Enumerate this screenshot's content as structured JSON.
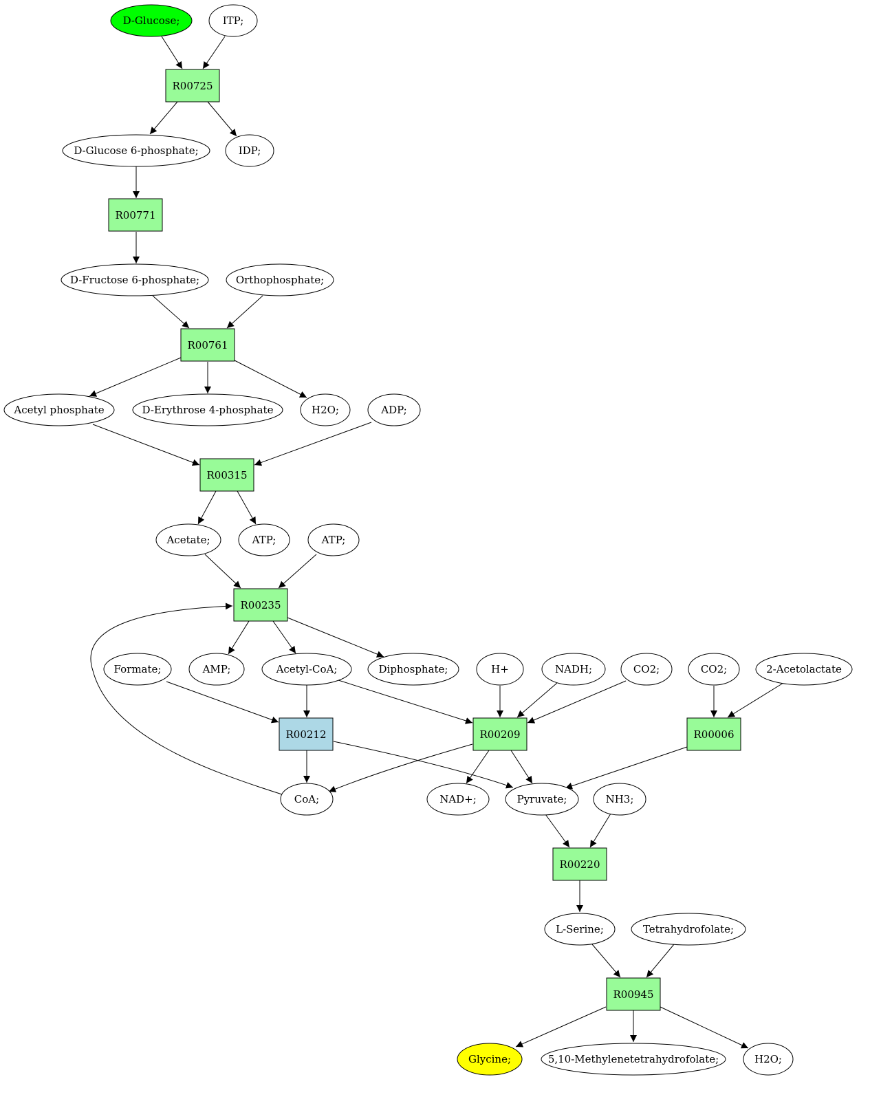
{
  "colors": {
    "reaction_fill": "#98fb98",
    "reaction_alt_fill": "#add8e6",
    "start_fill": "#00ff00",
    "end_fill": "#ffff00",
    "stroke": "#000000",
    "background": "#ffffff"
  },
  "nodes": {
    "d_glucose": "D-Glucose;",
    "itp": "ITP;",
    "r00725": "R00725",
    "d_glucose_6p": "D-Glucose 6-phosphate;",
    "idp": "IDP;",
    "r00771": "R00771",
    "d_fructose_6p": "D-Fructose 6-phosphate;",
    "orthophosphate": "Orthophosphate;",
    "r00761": "R00761",
    "acetyl_phosphate": "Acetyl phosphate",
    "d_erythrose_4p": "D-Erythrose 4-phosphate",
    "h2o_1": "H2O;",
    "adp": "ADP;",
    "r00315": "R00315",
    "acetate": "Acetate;",
    "atp_1": "ATP;",
    "atp_2": "ATP;",
    "r00235": "R00235",
    "formate": "Formate;",
    "amp": "AMP;",
    "acetyl_coa": "Acetyl-CoA;",
    "diphosphate": "Diphosphate;",
    "h_plus": "H+",
    "nadh": "NADH;",
    "co2_1": "CO2;",
    "co2_2": "CO2;",
    "acetolactate": "2-Acetolactate",
    "r00212": "R00212",
    "r00209": "R00209",
    "r00006": "R00006",
    "coa": "CoA;",
    "nad_plus": "NAD+;",
    "pyruvate": "Pyruvate;",
    "nh3": "NH3;",
    "r00220": "R00220",
    "l_serine": "L-Serine;",
    "tetrahydrofolate": "Tetrahydrofolate;",
    "r00945": "R00945",
    "glycine": "Glycine;",
    "methylene_thf": "5,10-Methylenetetrahydrofolate;",
    "h2o_2": "H2O;"
  }
}
